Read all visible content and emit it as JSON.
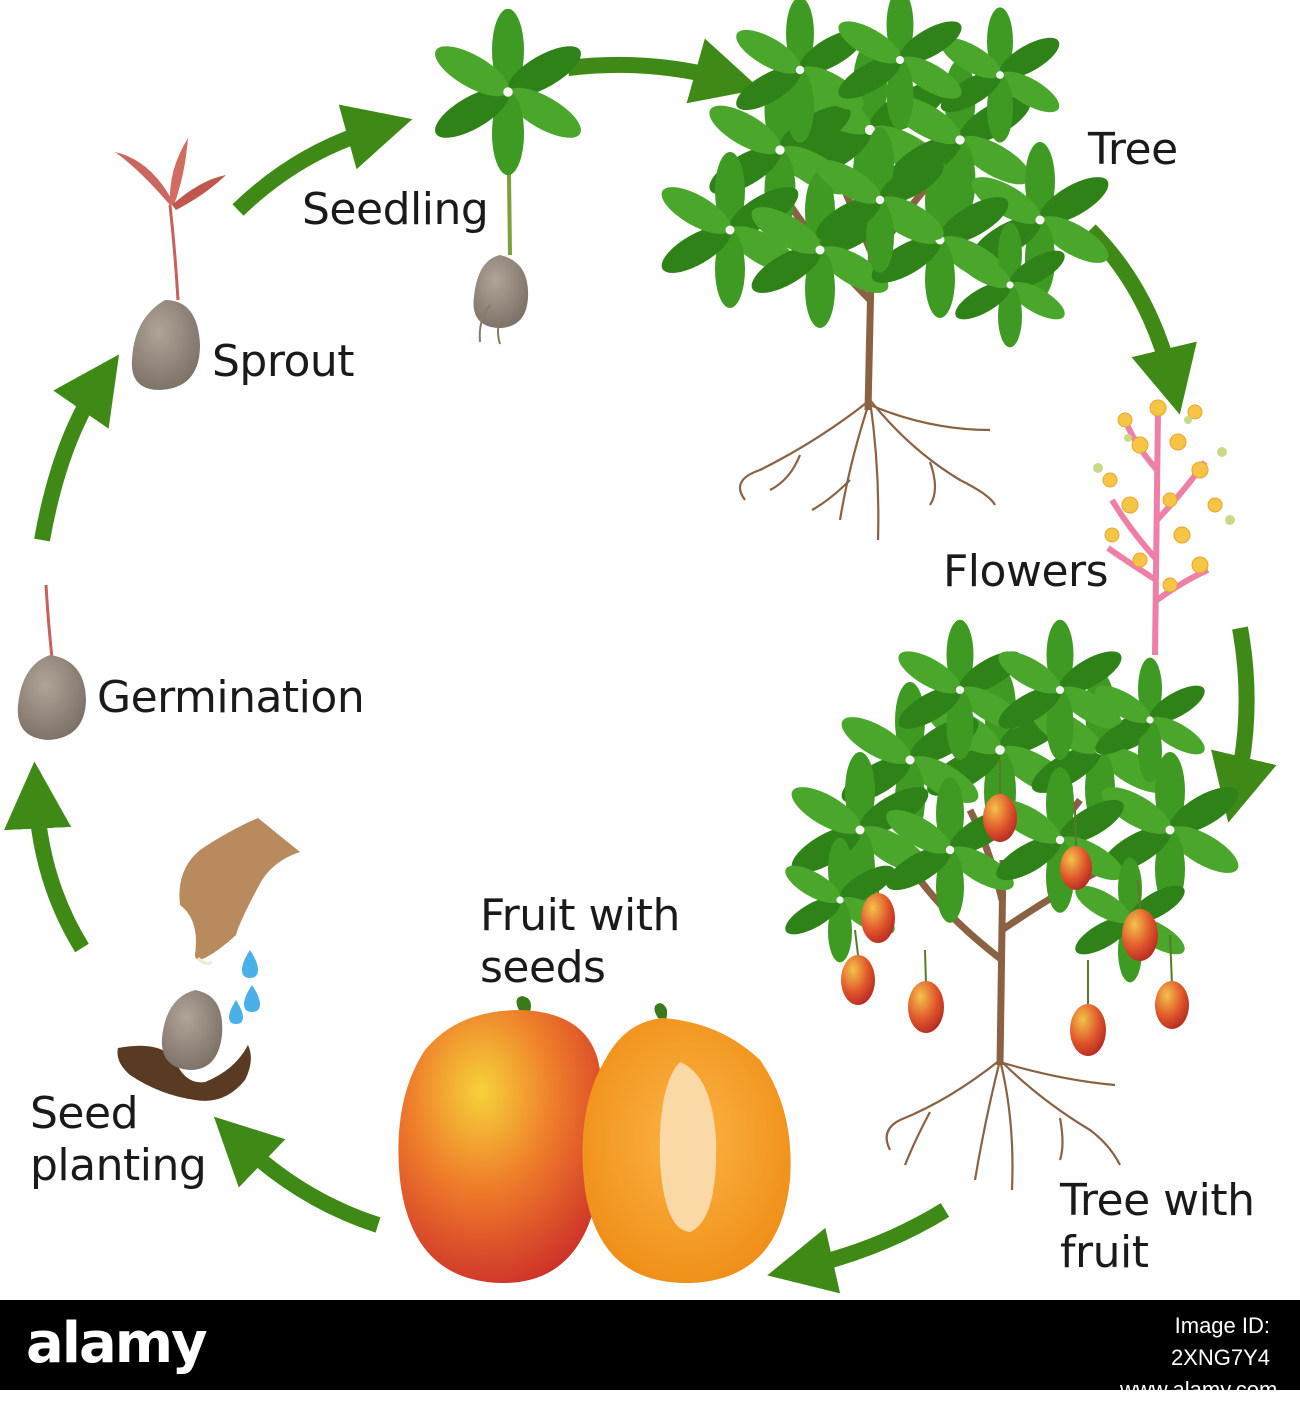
{
  "diagram": {
    "stages": [
      {
        "key": "sprout",
        "label": "Sprout"
      },
      {
        "key": "seedling",
        "label": "Seedling"
      },
      {
        "key": "tree",
        "label": "Tree"
      },
      {
        "key": "flowers",
        "label": "Flowers"
      },
      {
        "key": "tree_with_fruit",
        "label_line1": "Tree with",
        "label_line2": "fruit"
      },
      {
        "key": "fruit_with_seeds",
        "label_line1": "Fruit with",
        "label_line2": "seeds"
      },
      {
        "key": "seed_planting",
        "label_line1": "Seed",
        "label_line2": "planting"
      },
      {
        "key": "germination",
        "label": "Germination"
      }
    ],
    "colors": {
      "arrow": "#3f8a17",
      "leaf": "#3f9a23",
      "leaf_dark": "#2d7a16",
      "trunk": "#8a6243",
      "seed": "#8f8378",
      "mango_red": "#d9402a",
      "mango_orange": "#f29a18",
      "flower_stem": "#ef7fa8",
      "soil": "#5a3a22",
      "water": "#4ab0e8",
      "hand": "#b88a5e"
    }
  },
  "footer": {
    "brand": "alamy",
    "id_line1": "Image ID: 2XNG7Y4",
    "id_line2": "www.alamy.com"
  }
}
